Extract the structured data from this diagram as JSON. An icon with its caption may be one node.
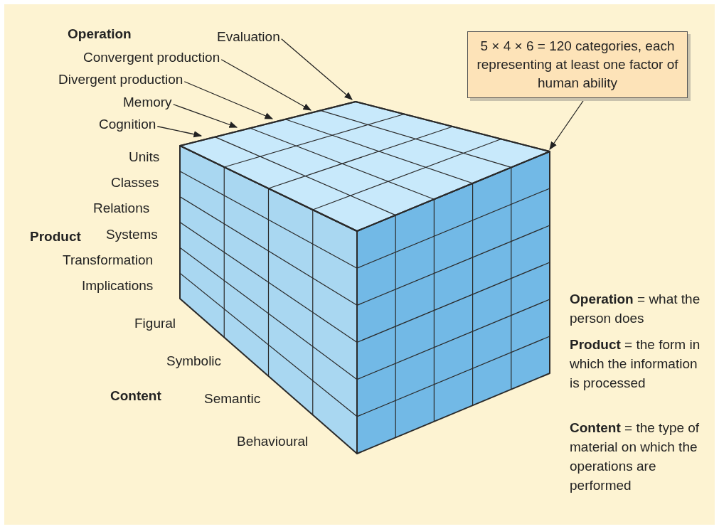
{
  "diagram": {
    "nodes": [
      {
        "text": [
          "Evaluation"
        ]
      },
      {
        "text": [
          "5 × 4 × 6 = 120 categories, each representing at least one factor of human ability"
        ]
      },
      {
        "text": [
          "Convergent production"
        ]
      },
      {
        "text": [
          "Divergent production"
        ]
      },
      {
        "text": [
          "Memory"
        ]
      },
      {
        "text": [
          "Cognition"
        ]
      }
    ],
    "edges": [
      {
        "from": 0,
        "to": null,
        "arrow": "to"
      },
      {
        "from": 1,
        "to": null,
        "arrow": "to"
      },
      {
        "from": 2,
        "to": null,
        "arrow": "to"
      },
      {
        "from": 3,
        "to": null,
        "arrow": "to"
      },
      {
        "from": 4,
        "to": null,
        "arrow": "to"
      },
      {
        "from": 5,
        "to": null,
        "arrow": "to"
      }
    ],
    "labels": [
      "Operation",
      "Units",
      "Classes",
      "Relations",
      "Product",
      "Systems",
      "Transformation",
      "Implications",
      "Figural",
      "Symbolic",
      "Content",
      "Semantic",
      "Behavioural",
      "**Operation** = what the person does",
      "**Product** = the form in which the information is processed",
      "**Content** = the type of material on which the operations are performed"
    ]
  }
}
